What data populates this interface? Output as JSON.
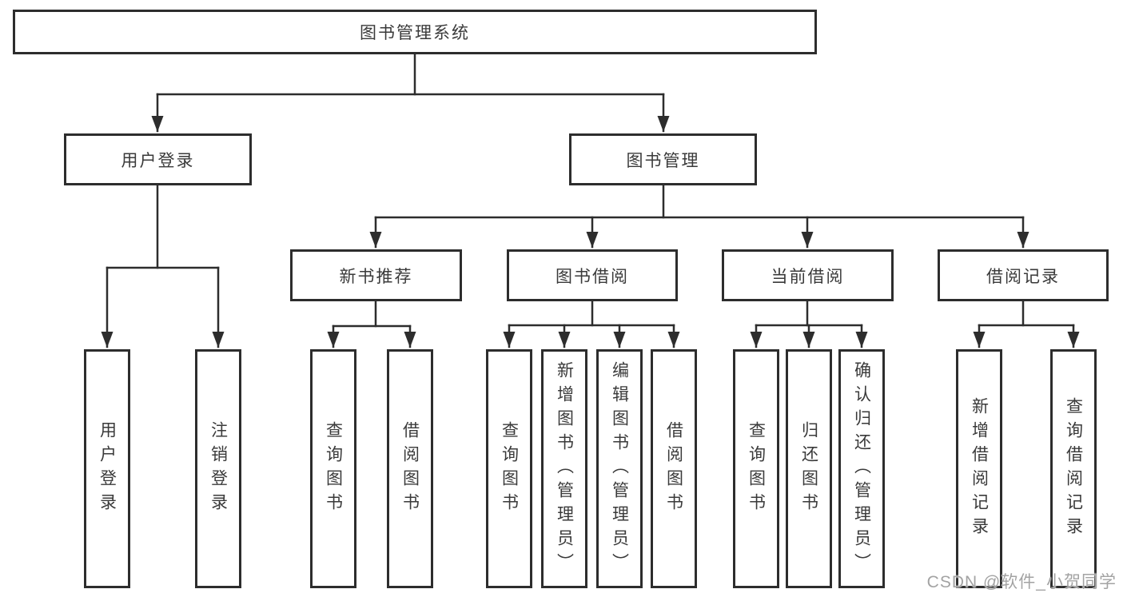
{
  "diagram": {
    "type": "hierarchy-tree",
    "tree": {
      "root": "图书管理系统",
      "children": [
        {
          "label": "用户登录",
          "children": [
            {
              "label": "用户登录"
            },
            {
              "label": "注销登录"
            }
          ]
        },
        {
          "label": "图书管理",
          "children": [
            {
              "label": "新书推荐",
              "children": [
                {
                  "label": "查询图书"
                },
                {
                  "label": "借阅图书"
                }
              ]
            },
            {
              "label": "图书借阅",
              "children": [
                {
                  "label": "查询图书"
                },
                {
                  "label": "新增图书（管理员）"
                },
                {
                  "label": "编辑图书（管理员）"
                },
                {
                  "label": "借阅图书"
                }
              ]
            },
            {
              "label": "当前借阅",
              "children": [
                {
                  "label": "查询图书"
                },
                {
                  "label": "归还图书"
                },
                {
                  "label": "确认归还（管理员）"
                }
              ]
            },
            {
              "label": "借阅记录",
              "children": [
                {
                  "label": "新增借阅记录"
                },
                {
                  "label": "查询借阅记录"
                }
              ]
            }
          ]
        }
      ]
    },
    "colors": {
      "line": "#2d2d2d",
      "box_border": "#2d2d2d",
      "box_fill": "#ffffff",
      "text": "#3a3a3a",
      "background": "#ffffff",
      "watermark": "#9e9e9e"
    }
  },
  "watermark": {
    "text": "CSDN @软件_小贺同学"
  }
}
